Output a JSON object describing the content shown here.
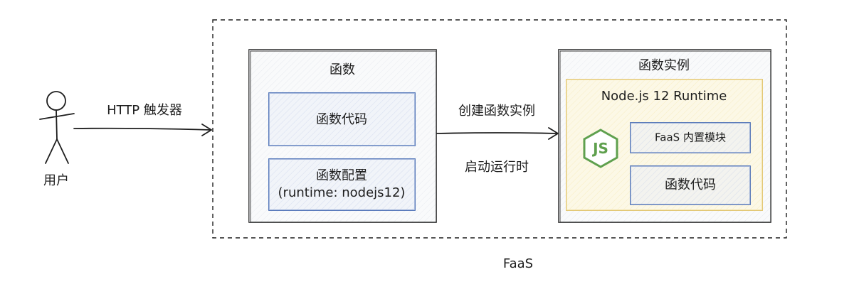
{
  "user": {
    "label": "用户"
  },
  "arrows": {
    "trigger_label": "HTTP 触发器",
    "create_label": "创建函数实例",
    "start_label": "启动运行时"
  },
  "faas": {
    "label": "FaaS"
  },
  "function_box": {
    "title": "函数",
    "code_label": "函数代码",
    "config_label": "函数配置",
    "config_detail": "(runtime: nodejs12)"
  },
  "instance_box": {
    "title": "函数实例",
    "runtime_title": "Node.js 12 Runtime",
    "module_label": "FaaS 内置模块",
    "code_label": "函数代码",
    "logo_icon": "nodejs-logo-icon",
    "logo_text": "JS"
  },
  "colors": {
    "stroke": "#1e1e1e",
    "box_fill": "#f4f5f8",
    "inner_fill": "#e9edf7",
    "inner_stroke": "#4a6fb5",
    "runtime_fill": "#fdf6d8",
    "runtime_stroke": "#e3c877",
    "node_green": "#5fa04e"
  }
}
